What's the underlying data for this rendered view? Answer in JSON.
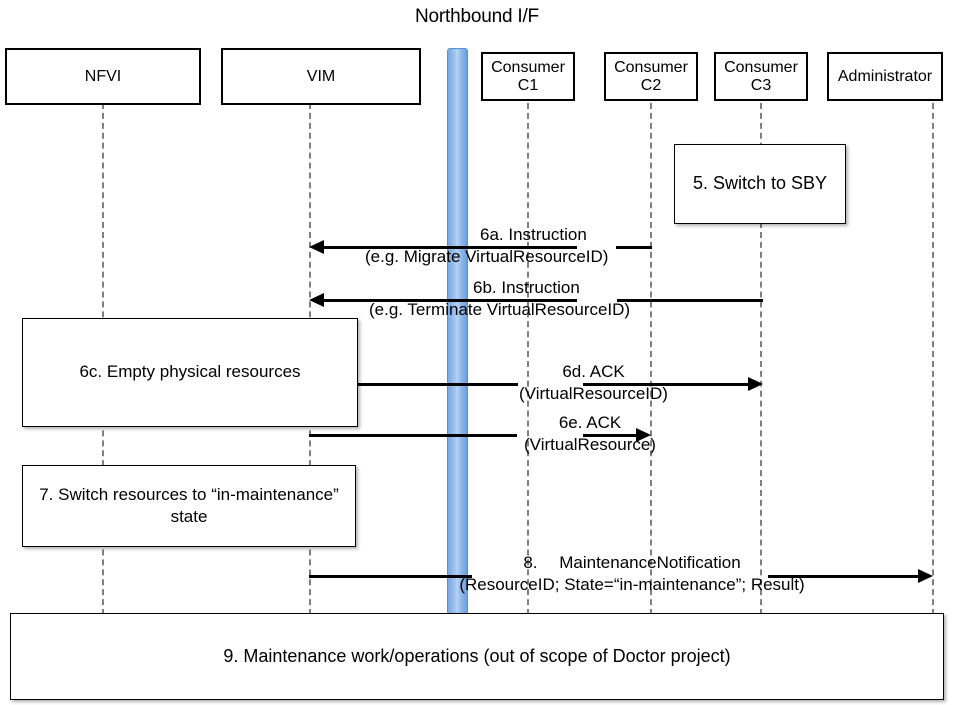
{
  "diagram": {
    "title": "Northbound I/F",
    "interface_bar_name": "Northbound I/F",
    "colors": {
      "interface_bar": "#8fb6e8",
      "line": "#000000",
      "lifeline": "#808080",
      "background": "#ffffff"
    }
  },
  "actors": [
    {
      "id": "nfvi",
      "label_line1": "NFVI",
      "label_line2": ""
    },
    {
      "id": "vim",
      "label_line1": "VIM",
      "label_line2": ""
    },
    {
      "id": "c1",
      "label_line1": "Consumer",
      "label_line2": "C1"
    },
    {
      "id": "c2",
      "label_line1": "Consumer",
      "label_line2": "C2"
    },
    {
      "id": "c3",
      "label_line1": "Consumer",
      "label_line2": "C3"
    },
    {
      "id": "admin",
      "label_line1": "Administrator",
      "label_line2": ""
    }
  ],
  "notes": [
    {
      "id": "note5",
      "line1": "5. Switch to",
      "line2": "SBY"
    },
    {
      "id": "note6c",
      "line1": "6c. Empty physical resources",
      "line2": ""
    },
    {
      "id": "note7",
      "line1": "7. Switch resources to",
      "line2": "“in-maintenance” state"
    },
    {
      "id": "note9",
      "line1": "9. Maintenance work/operations",
      "line2": "(out of scope of Doctor project)"
    }
  ],
  "messages": [
    {
      "id": "m6a",
      "line1": "6a. Instruction",
      "line2": "(e.g. Migrate VirtualResourceID)",
      "from": "c2",
      "to": "vim",
      "direction": "left"
    },
    {
      "id": "m6b",
      "line1": "6b. Instruction",
      "line2": "(e.g. Terminate VirtualResourceID)",
      "from": "c3",
      "to": "vim",
      "direction": "left"
    },
    {
      "id": "m6d",
      "line1": "6d. ACK",
      "line2": "(VirtualResourceID)",
      "from": "vim",
      "to": "c3",
      "direction": "right"
    },
    {
      "id": "m6e",
      "line1": "6e. ACK",
      "line2": "(VirtualResource)",
      "from": "vim",
      "to": "c2",
      "direction": "right"
    },
    {
      "id": "m8",
      "line1": "8.  MaintenanceNotification",
      "line2": "(ResourceID; State=“in-maintenance”; Result)",
      "from": "vim",
      "to": "admin",
      "direction": "right"
    }
  ]
}
